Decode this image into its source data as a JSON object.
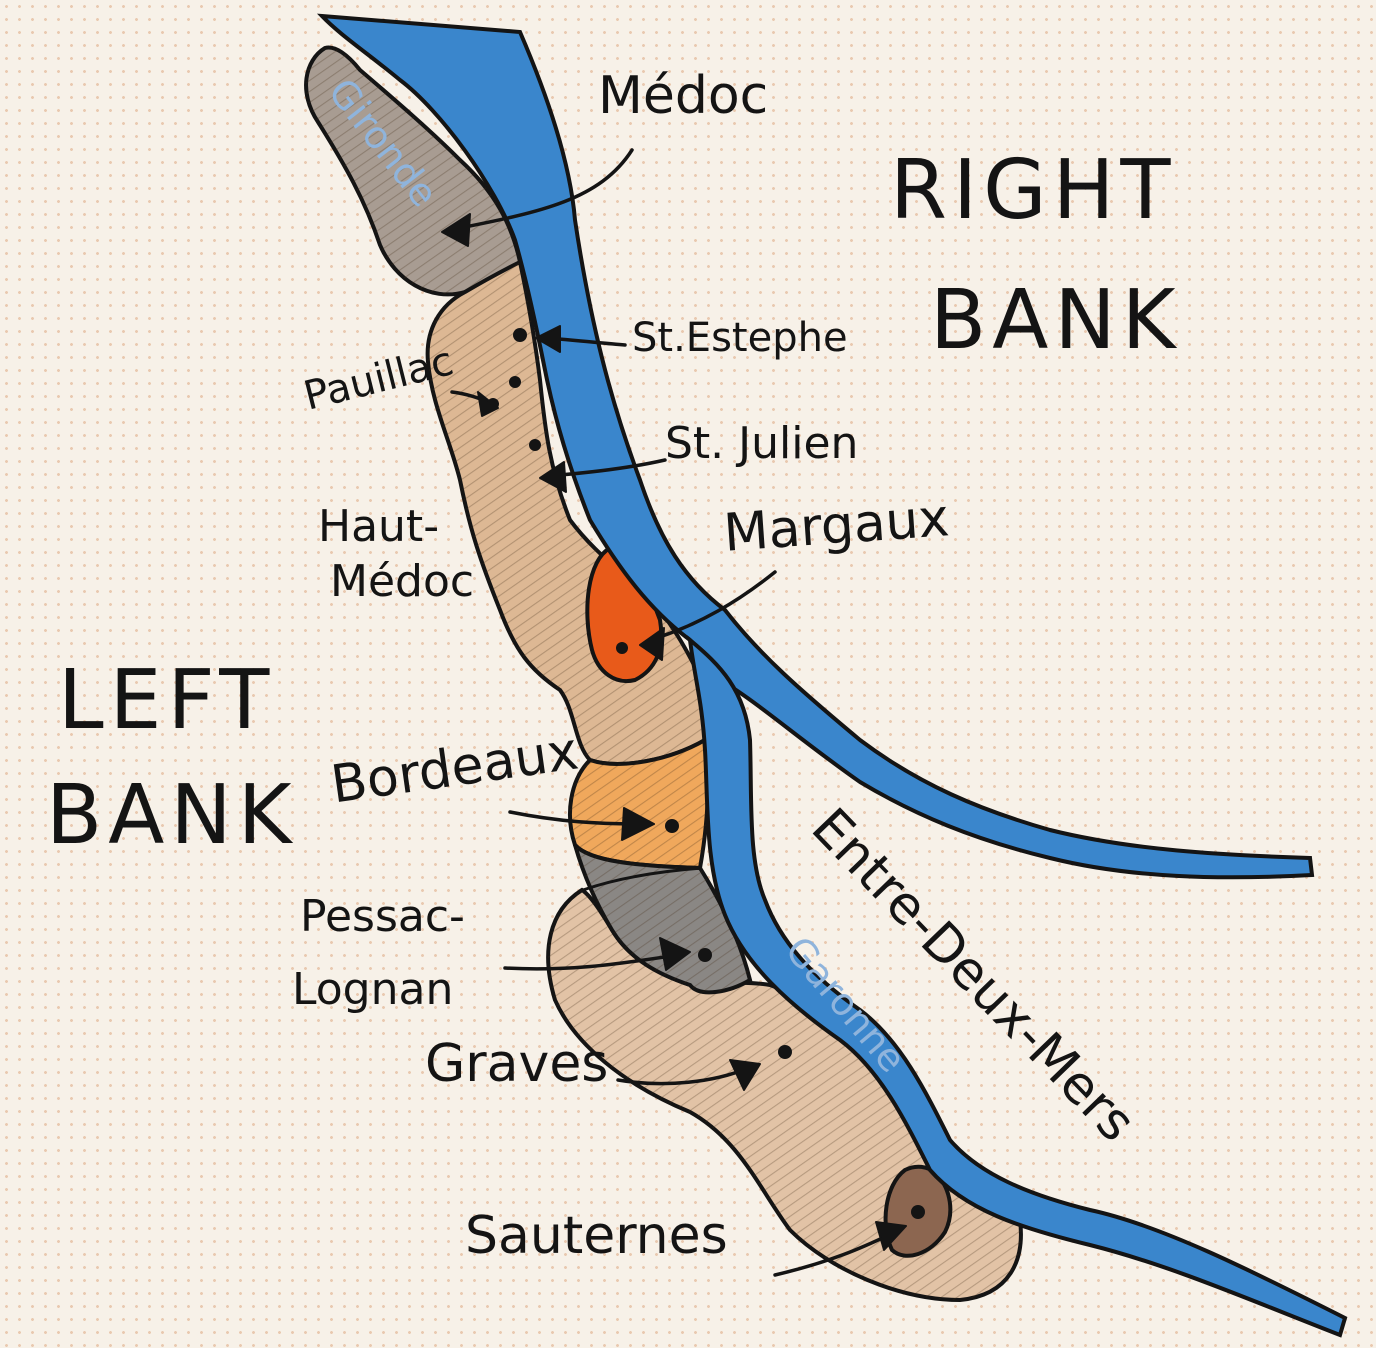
{
  "banks": {
    "right_line1": "RIGHT",
    "right_line2": "BANK",
    "left_line1": "LEFT",
    "left_line2": "BANK"
  },
  "rivers": {
    "gironde": "Gironde",
    "garonne": "Garonne"
  },
  "regions": {
    "medoc": "Médoc",
    "st_estephe": "St.Estephe",
    "pauillac": "Pauillac",
    "st_julien": "St. Julien",
    "haut_medoc_line1": "Haut-",
    "haut_medoc_line2": "Médoc",
    "margaux": "Margaux",
    "bordeaux": "Bordeaux",
    "entre_deux_mers": "Entre-Deux-Mers",
    "pessac_line1": "Pessac-",
    "pessac_line2": "Lognan",
    "graves": "Graves",
    "sauternes": "Sauternes"
  },
  "colors": {
    "river": "#3a86cc",
    "medoc": "#a89c92",
    "haut_medoc": "#ddb894",
    "margaux": "#e85a1a",
    "bordeaux": "#f0a85c",
    "pessac": "#8a8784",
    "graves": "#e2c3a6",
    "sauternes": "#8c6650",
    "ink": "#141414"
  }
}
